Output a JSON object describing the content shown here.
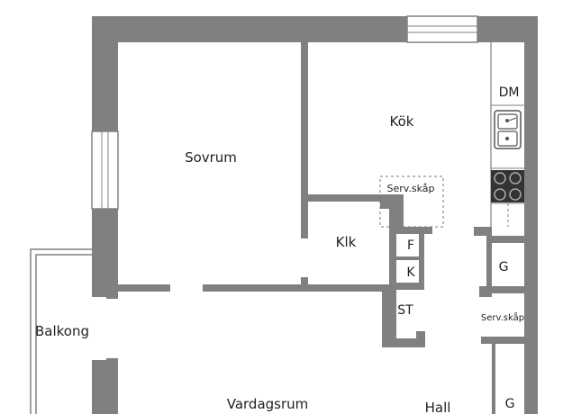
{
  "plan": {
    "wall_color": "#808080",
    "line_color": "#555555",
    "background": "#ffffff",
    "rooms": {
      "sovrum": "Sovrum",
      "kok": "Kök",
      "klk": "Klk",
      "balkong": "Balkong",
      "vardagsrum": "Vardagsrum",
      "hall": "Hall"
    },
    "fixtures": {
      "dm": "DM",
      "f": "F",
      "k": "K",
      "st": "ST",
      "g1": "G",
      "g2": "G",
      "serv_skap_1": "Serv.skåp",
      "serv_skap_2": "Serv.skåp"
    },
    "icons": [
      "sink-icon",
      "stove-icon",
      "window-icon"
    ]
  }
}
